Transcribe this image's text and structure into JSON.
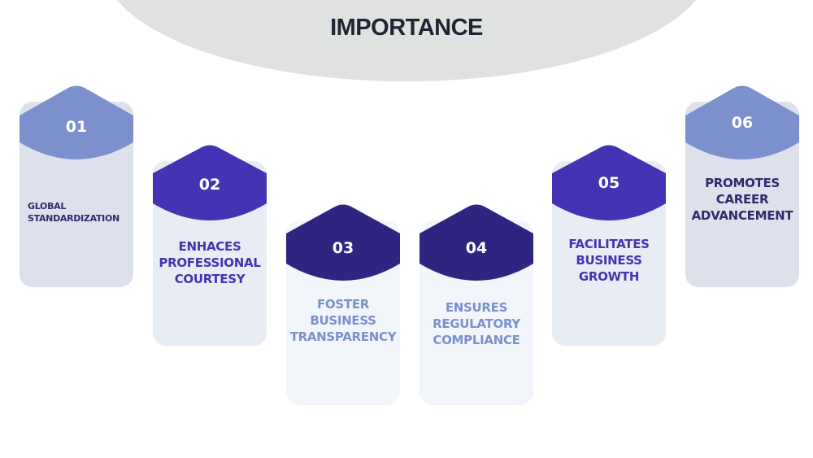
{
  "title": "IMPORTANCE",
  "colors": {
    "title_bg": "#dfe2e1",
    "title_text": "#1e2633",
    "tier_a_header": "#7b90cc",
    "tier_a_body": "#dde1ec",
    "tier_b_header": "#4433b3",
    "tier_b_body": "#e8edf3",
    "tier_c_header": "#2d2580",
    "tier_c_body": "#f2f6fb"
  },
  "cards": [
    {
      "number": "01",
      "label": "GLOBAL STANDARDIZATION"
    },
    {
      "number": "02",
      "label": "ENHACES PROFESSIONAL COURTESY"
    },
    {
      "number": "03",
      "label": "FOSTER BUSINESS TRANSPARENCY"
    },
    {
      "number": "04",
      "label": "ENSURES REGULATORY COMPLIANCE"
    },
    {
      "number": "05",
      "label": "FACILITATES BUSINESS GROWTH"
    },
    {
      "number": "06",
      "label": "PROMOTES CAREER ADVANCEMENT"
    }
  ]
}
